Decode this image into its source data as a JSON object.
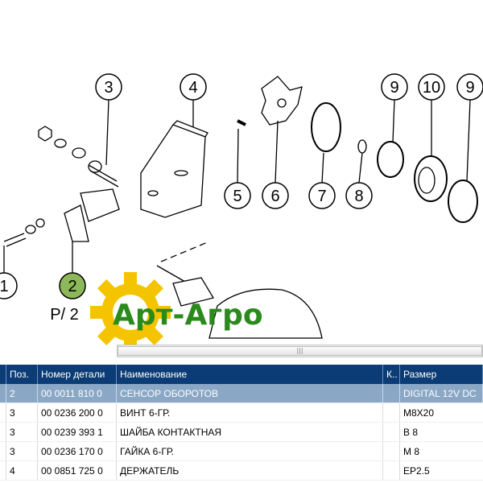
{
  "diagram": {
    "callouts": [
      "3",
      "4",
      "5",
      "6",
      "7",
      "8",
      "9",
      "10",
      "9",
      "1",
      "2"
    ],
    "partial_label": "P/ 2",
    "highlight_color": "#8db85a"
  },
  "logo": {
    "text": "Арт-Агро",
    "gear_color": "#f5c400",
    "text_color": "#2a8a1c"
  },
  "scrollbar": {
    "grip": "|||"
  },
  "table": {
    "headers": [
      "Поз.",
      "Номер детали",
      "Наименование",
      "К..",
      "Размер"
    ],
    "rows": [
      {
        "pos": "2",
        "number": "00 0011 810 0",
        "name": "СЕНСОР ОБОРОТОВ",
        "k": "",
        "size": "DIGITAL 12V DC",
        "selected": true
      },
      {
        "pos": "3",
        "number": "00 0236 200 0",
        "name": "ВИНТ 6-ГР.",
        "k": "",
        "size": "M8X20"
      },
      {
        "pos": "3",
        "number": "00 0239 393 1",
        "name": "ШАЙБА КОНТАКТНАЯ",
        "k": "",
        "size": "B 8"
      },
      {
        "pos": "3",
        "number": "00 0236 170 0",
        "name": "ГАЙКА 6-ГР.",
        "k": "",
        "size": "M 8"
      },
      {
        "pos": "4",
        "number": "00 0851 725 0",
        "name": "ДЕРЖАТЕЛЬ",
        "k": "",
        "size": "EP2.5"
      }
    ],
    "colors": {
      "header": "#0b3c75",
      "selected": "#8aa7c5"
    }
  }
}
